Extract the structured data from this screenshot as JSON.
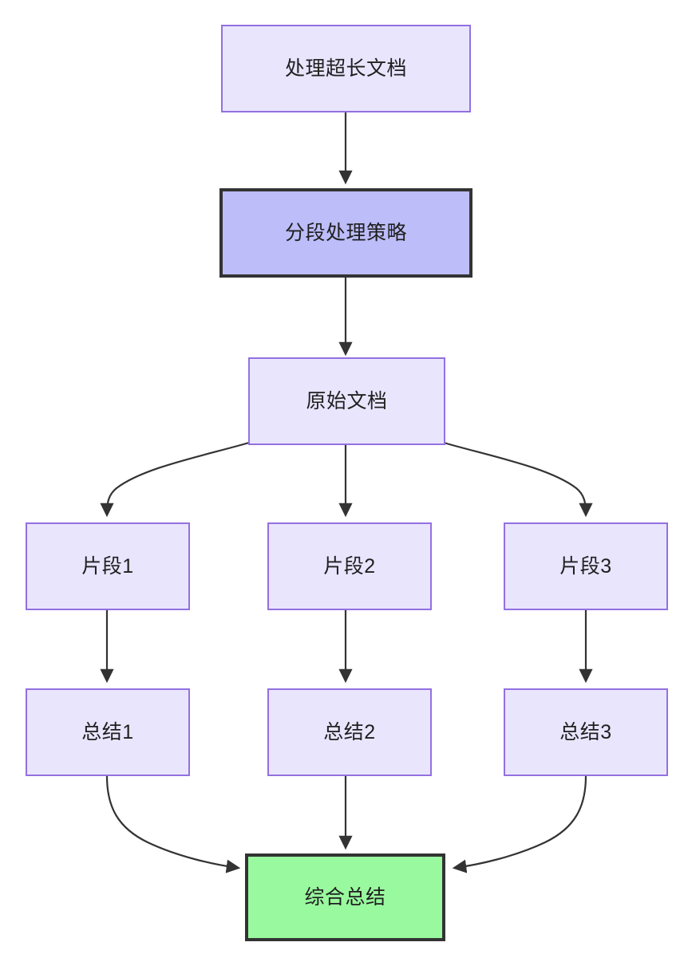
{
  "diagram": {
    "type": "flowchart",
    "direction": "top-down",
    "title": "处理超长文档",
    "background": "#ffffff",
    "colors": {
      "plain_fill": "#e9e5fd",
      "plain_stroke": "#9370e0",
      "highlight_fill": "#bdbdfa",
      "highlight_stroke": "#333333",
      "result_fill": "#99f99e",
      "result_stroke": "#333333",
      "edge_stroke": "#333333",
      "text": "#1f1f1f"
    },
    "nodes": [
      {
        "id": "n1",
        "label": "处理超长文档",
        "style": "plain"
      },
      {
        "id": "n2",
        "label": "分段处理策略",
        "style": "highlight"
      },
      {
        "id": "n3",
        "label": "原始文档",
        "style": "plain"
      },
      {
        "id": "n4",
        "label": "片段1",
        "style": "plain"
      },
      {
        "id": "n5",
        "label": "片段2",
        "style": "plain"
      },
      {
        "id": "n6",
        "label": "片段3",
        "style": "plain"
      },
      {
        "id": "n7",
        "label": "总结1",
        "style": "plain"
      },
      {
        "id": "n8",
        "label": "总结2",
        "style": "plain"
      },
      {
        "id": "n9",
        "label": "总结3",
        "style": "plain"
      },
      {
        "id": "n10",
        "label": "综合总结",
        "style": "result"
      }
    ],
    "edges": [
      {
        "from": "n1",
        "to": "n2",
        "shape": "straight"
      },
      {
        "from": "n2",
        "to": "n3",
        "shape": "straight"
      },
      {
        "from": "n3",
        "to": "n4",
        "shape": "curved"
      },
      {
        "from": "n3",
        "to": "n5",
        "shape": "straight"
      },
      {
        "from": "n3",
        "to": "n6",
        "shape": "curved"
      },
      {
        "from": "n4",
        "to": "n7",
        "shape": "straight"
      },
      {
        "from": "n5",
        "to": "n8",
        "shape": "straight"
      },
      {
        "from": "n6",
        "to": "n9",
        "shape": "straight"
      },
      {
        "from": "n7",
        "to": "n10",
        "shape": "curved"
      },
      {
        "from": "n8",
        "to": "n10",
        "shape": "straight"
      },
      {
        "from": "n9",
        "to": "n10",
        "shape": "curved"
      }
    ]
  }
}
